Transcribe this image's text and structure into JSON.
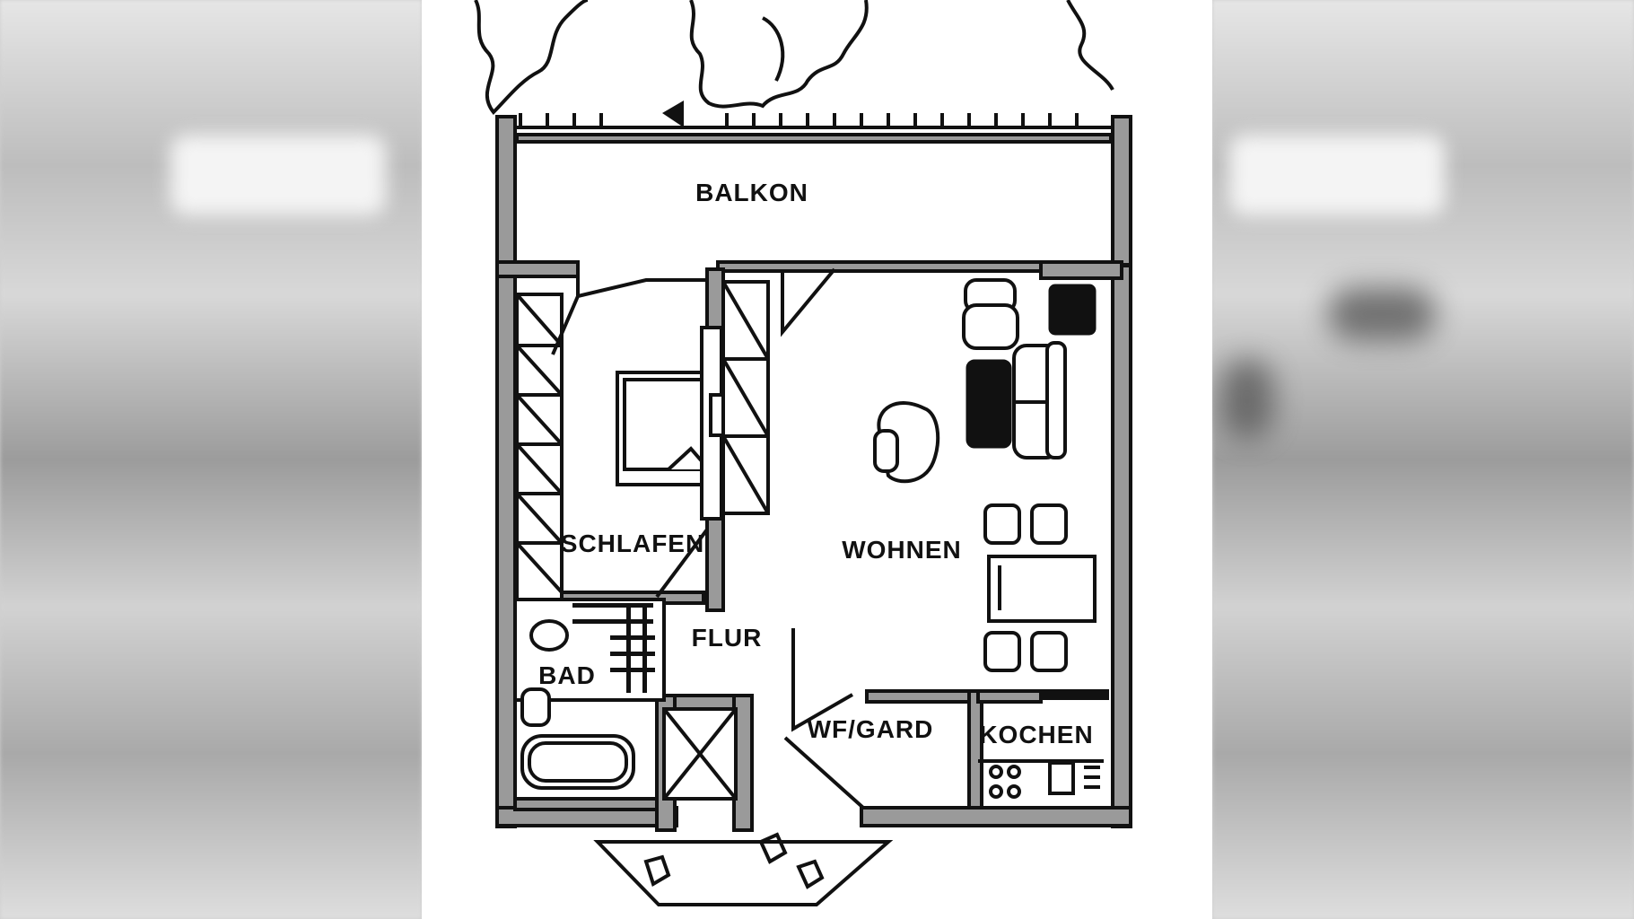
{
  "rooms": {
    "balkon": "BALKON",
    "schlafen": "SCHLAFEN",
    "wohnen": "WOHNEN",
    "flur": "FLUR",
    "bad": "BAD",
    "wfgard": "WF/GARD",
    "kochen": "KOCHEN"
  },
  "colors": {
    "wall": "#111111",
    "wall_fill": "#9a9a9a",
    "background": "#ffffff"
  }
}
